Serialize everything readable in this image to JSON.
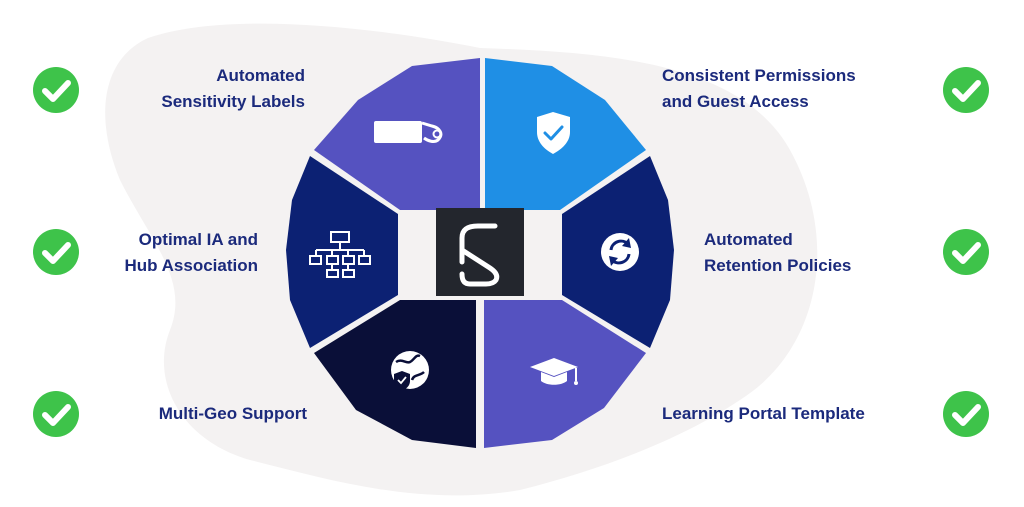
{
  "features": {
    "top_left": {
      "line1": "Automated",
      "line2": "Sensitivity Labels",
      "icon": "tag-icon",
      "color": "#5552c0"
    },
    "top_right": {
      "line1": "Consistent Permissions",
      "line2": "and Guest Access",
      "icon": "shield-check-icon",
      "color": "#1f8fe5"
    },
    "mid_left": {
      "line1": "Optimal IA and",
      "line2": "Hub Association",
      "icon": "sitemap-icon",
      "color": "#0c2173"
    },
    "mid_right": {
      "line1": "Automated",
      "line2": "Retention Policies",
      "icon": "refresh-icon",
      "color": "#0c2173"
    },
    "bottom_left": {
      "line1": "Multi-Geo Support",
      "icon": "globe-shield-icon",
      "color": "#0a0f38"
    },
    "bottom_right": {
      "line1": "Learning Portal Template",
      "icon": "graduation-cap-icon",
      "color": "#5552c0"
    }
  },
  "center": {
    "logo": "brand-s-logo-icon",
    "color": "#23262d"
  },
  "colors": {
    "check": "#3ec34a",
    "label": "#1b2a7c",
    "blob": "#f4f2f2"
  }
}
